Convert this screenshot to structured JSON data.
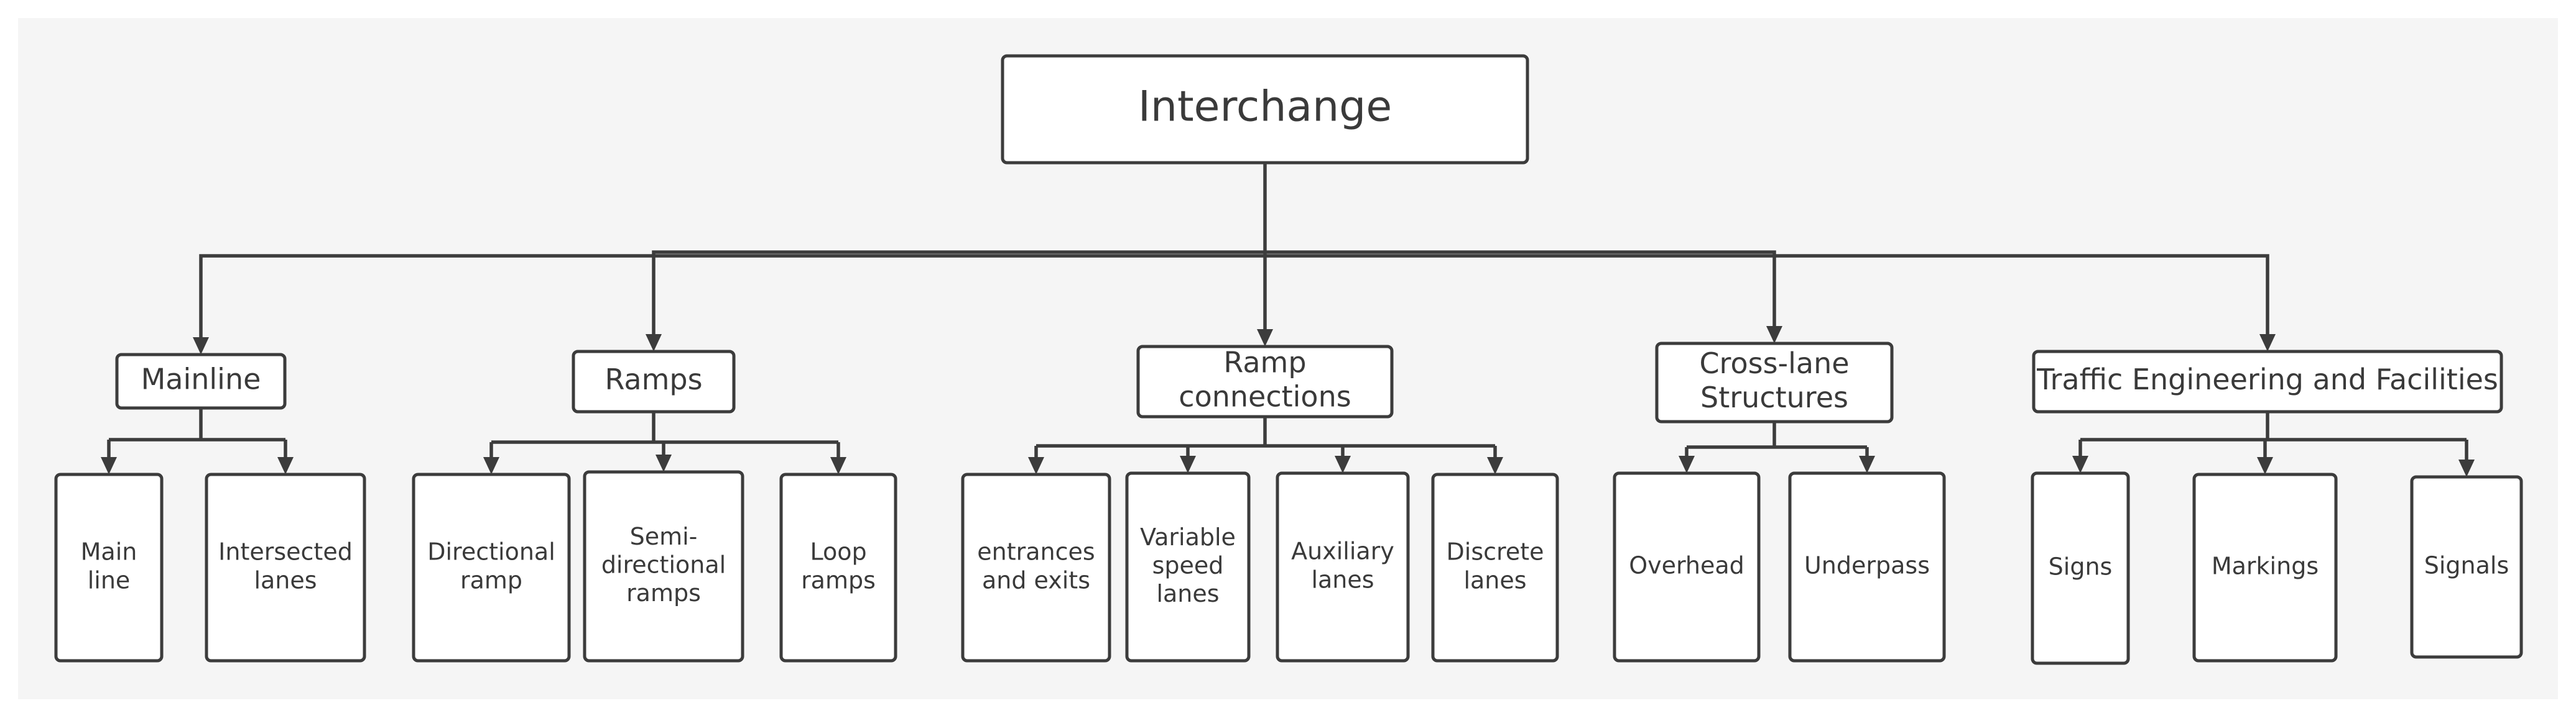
{
  "diagram": {
    "root": {
      "id": "interchange",
      "lines": [
        "Interchange"
      ]
    },
    "categories": [
      {
        "id": "mainline",
        "lines": [
          "Mainline"
        ],
        "children": [
          {
            "id": "main-line",
            "lines": [
              "Main",
              "line"
            ]
          },
          {
            "id": "intersected-lanes",
            "lines": [
              "Intersected",
              "lanes"
            ]
          }
        ]
      },
      {
        "id": "ramps",
        "lines": [
          "Ramps"
        ],
        "children": [
          {
            "id": "directional-ramp",
            "lines": [
              "Directional",
              "ramp"
            ]
          },
          {
            "id": "semi-directional-ramps",
            "lines": [
              "Semi-",
              "directional",
              "ramps"
            ]
          },
          {
            "id": "loop-ramps",
            "lines": [
              "Loop",
              "ramps"
            ]
          }
        ]
      },
      {
        "id": "ramp-connections",
        "lines": [
          "Ramp",
          "connections"
        ],
        "children": [
          {
            "id": "entrances-and-exits",
            "lines": [
              "entrances",
              "and exits"
            ]
          },
          {
            "id": "variable-speed-lanes",
            "lines": [
              "Variable",
              "speed",
              "lanes"
            ]
          },
          {
            "id": "auxiliary-lanes",
            "lines": [
              "Auxiliary",
              "lanes"
            ]
          },
          {
            "id": "discrete-lanes",
            "lines": [
              "Discrete",
              "lanes"
            ]
          }
        ]
      },
      {
        "id": "cross-lane-structures",
        "lines": [
          "Cross-lane",
          "Structures"
        ],
        "children": [
          {
            "id": "overhead",
            "lines": [
              "Overhead"
            ]
          },
          {
            "id": "underpass",
            "lines": [
              "Underpass"
            ]
          }
        ]
      },
      {
        "id": "traffic-engineering-and-facilities",
        "lines": [
          "Traffic Engineering and Facilities"
        ],
        "children": [
          {
            "id": "signs",
            "lines": [
              "Signs"
            ]
          },
          {
            "id": "markings",
            "lines": [
              "Markings"
            ]
          },
          {
            "id": "signals",
            "lines": [
              "Signals"
            ]
          }
        ]
      }
    ]
  },
  "colors": {
    "background": "#f5f5f5",
    "stroke": "#3c3c3c",
    "text": "#3a3a3a",
    "box": "#ffffff"
  }
}
